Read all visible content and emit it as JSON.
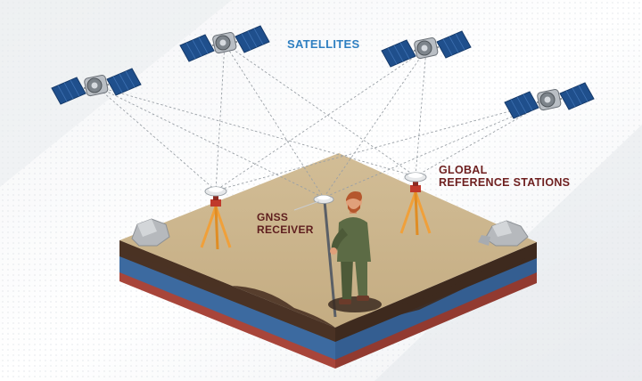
{
  "labels": {
    "satellites": "SATELLITES",
    "reference_stations": [
      "GLOBAL",
      "REFERENCE STATIONS"
    ],
    "receiver": [
      "GNSS",
      "RECEIVER"
    ]
  },
  "colors": {
    "satellites_label": "#2e7fc1",
    "stations_label": "#6e1f1f",
    "receiver_label": "#5e1e1e",
    "panel_blue": "#1f4f8c",
    "ground_top": "#c9b38c",
    "soil_dark": "#4a3224",
    "layer_blue": "#3c6aa0",
    "layer_red": "#a8453a",
    "tripod_orange": "#f0a03a",
    "person_green": "#5c6b45"
  },
  "signal_links": [
    {
      "from": "satellite-1",
      "to": "reference-station-left"
    },
    {
      "from": "satellite-1",
      "to": "gnss-receiver"
    },
    {
      "from": "satellite-1",
      "to": "reference-station-right"
    },
    {
      "from": "satellite-2",
      "to": "reference-station-left"
    },
    {
      "from": "satellite-2",
      "to": "gnss-receiver"
    },
    {
      "from": "satellite-2",
      "to": "reference-station-right"
    },
    {
      "from": "satellite-3",
      "to": "reference-station-left"
    },
    {
      "from": "satellite-3",
      "to": "gnss-receiver"
    },
    {
      "from": "satellite-3",
      "to": "reference-station-right"
    },
    {
      "from": "satellite-4",
      "to": "reference-station-left"
    },
    {
      "from": "satellite-4",
      "to": "gnss-receiver"
    },
    {
      "from": "satellite-4",
      "to": "reference-station-right"
    }
  ]
}
